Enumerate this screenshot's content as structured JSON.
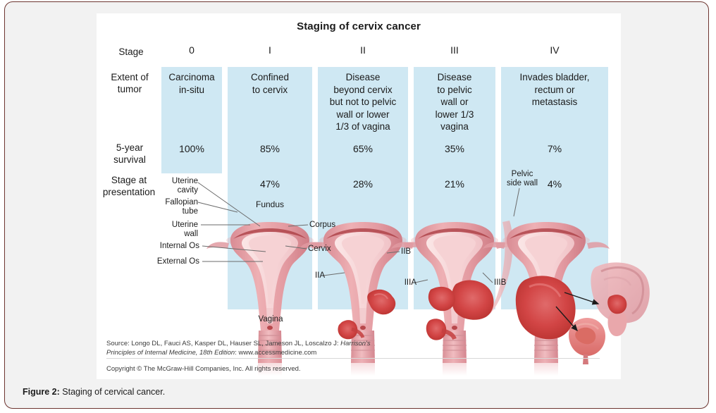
{
  "caption": {
    "lead": "Figure 2:",
    "text": " Staging of cervical cancer."
  },
  "figure": {
    "title": "Staging of cervix cancer",
    "row_labels": {
      "stage": "Stage",
      "extent": "Extent of\ntumor",
      "survival": "5-year\nsurvival",
      "presentation": "Stage at\npresentation"
    },
    "columns": [
      {
        "stage": "0",
        "extent": "Carcinoma\nin-situ",
        "survival": "100%",
        "presentation": ""
      },
      {
        "stage": "I",
        "extent": "Confined\nto cervix",
        "survival": "85%",
        "presentation": "47%"
      },
      {
        "stage": "II",
        "extent": "Disease\nbeyond cervix\nbut not to pelvic\nwall or lower\n1/3 of vagina",
        "survival": "65%",
        "presentation": "28%"
      },
      {
        "stage": "III",
        "extent": "Disease\nto pelvic\nwall or\nlower 1/3\nvagina",
        "survival": "35%",
        "presentation": "21%"
      },
      {
        "stage": "IV",
        "extent": "Invades bladder,\nrectum or\nmetastasis",
        "survival": "7%",
        "presentation": "4%"
      }
    ],
    "anatomy_labels": {
      "uterine_cavity": "Uterine\ncavity",
      "fallopian_tube": "Fallopian\ntube",
      "uterine_wall": "Uterine\nwall",
      "internal_os": "Internal Os",
      "external_os": "External Os",
      "fundus": "Fundus",
      "corpus": "Corpus",
      "cervix": "Cervix",
      "vagina": "Vagina"
    },
    "stage_markers": {
      "iia": "IIA",
      "iib": "IIB",
      "iiia": "IIIA",
      "iiib": "IIIB",
      "pelvic_side_wall": "Pelvic\nside wall"
    },
    "source": {
      "line1_prefix": "Source: Longo DL, Fauci AS, Kasper DL, Hauser SL, Jameson JL, Loscalzo J: ",
      "line1_italic": "Harrison's",
      "line2_italic": "Principles of Internal Medicine, 18th Edition",
      "line2_suffix": ": www.accessmedicine.com",
      "copyright": "Copyright © The McGraw-Hill Companies, Inc. All rights reserved."
    }
  },
  "colors": {
    "panel_blue": "#cfe8f3",
    "uterus_pink": "#e8a0a6",
    "uterus_pink_light": "#f2c4c6",
    "tumor_red": "#d24545",
    "border_maroon": "#6d3530",
    "page_gray": "#f2f2f2"
  }
}
